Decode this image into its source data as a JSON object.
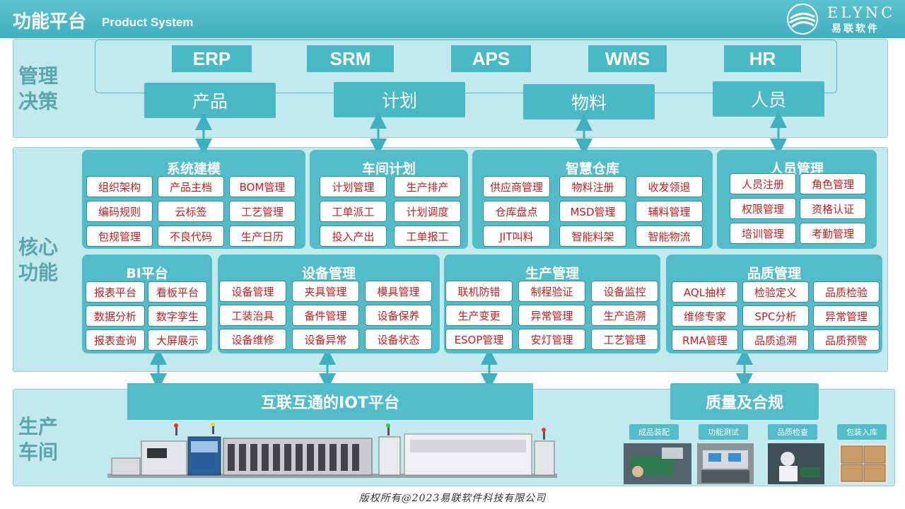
{
  "header": {
    "title": "功能平台",
    "subtitle": "Product System",
    "logo_name": "ELYNC",
    "logo_cn": "易联软件"
  },
  "bands": {
    "management": "管理\n决策",
    "core": "核心\n功能",
    "production": "生产\n车间"
  },
  "systems": [
    "ERP",
    "SRM",
    "APS",
    "WMS",
    "HR"
  ],
  "dimensions": [
    "产品",
    "计划",
    "物料",
    "人员"
  ],
  "modules": {
    "system_modeling": {
      "title": "系统建模",
      "items": [
        "组织架构",
        "产品主档",
        "BOM管理",
        "编码规则",
        "云标签",
        "工艺管理",
        "包规管理",
        "不良代码",
        "生产日历"
      ]
    },
    "workshop_plan": {
      "title": "车间计划",
      "items": [
        "计划管理",
        "生产排产",
        "工单派工",
        "计划调度",
        "投入产出",
        "工单报工"
      ]
    },
    "smart_warehouse": {
      "title": "智慧仓库",
      "items": [
        "供应商管理",
        "物料注册",
        "收发领退",
        "仓库盘点",
        "MSD管理",
        "辅料管理",
        "JIT叫料",
        "智能料架",
        "智能物流"
      ]
    },
    "personnel": {
      "title": "人员管理",
      "items": [
        "人员注册",
        "角色管理",
        "权限管理",
        "资格认证",
        "培训管理",
        "考勤管理"
      ]
    },
    "bi": {
      "title": "BI平台",
      "items": [
        "报表平台",
        "看板平台",
        "数据分析",
        "数字孪生",
        "报表查询",
        "大屏展示"
      ]
    },
    "equipment": {
      "title": "设备管理",
      "items": [
        "设备管理",
        "夹具管理",
        "模具管理",
        "工装治具",
        "备件管理",
        "设备保养",
        "设备维修",
        "设备异常",
        "设备状态"
      ]
    },
    "production": {
      "title": "生产管理",
      "items": [
        "联机防错",
        "制程验证",
        "设备监控",
        "生产变更",
        "异常管理",
        "生产追溯",
        "ESOP管理",
        "安灯管理",
        "工艺管理"
      ]
    },
    "quality": {
      "title": "品质管理",
      "items": [
        "AQL抽样",
        "检验定义",
        "品质检验",
        "维修专家",
        "SPC分析",
        "异常管理",
        "RMA管理",
        "品质追溯",
        "品质预警"
      ]
    }
  },
  "iot_platform": "互联互通的IOT平台",
  "quality_compliance": "质量及合规",
  "photos": [
    "成品装配",
    "功能测试",
    "品质检查",
    "包装入库"
  ],
  "footer": "版权所有@2023易联软件科技有限公司",
  "colors": {
    "accent": "#52bdc9",
    "band": "#c1e9ee",
    "item_text": "#c81e1e"
  }
}
